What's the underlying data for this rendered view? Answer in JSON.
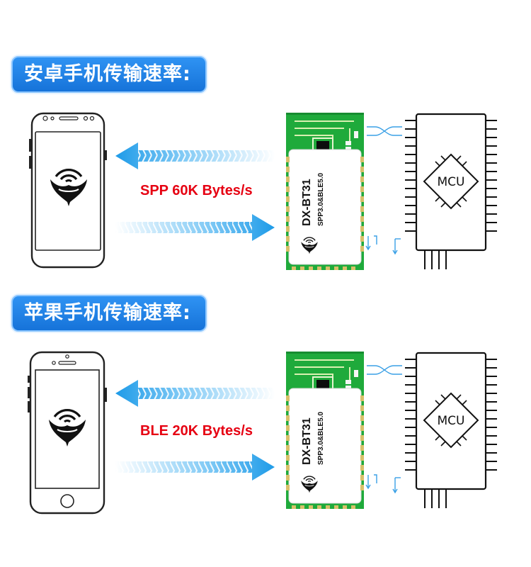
{
  "sections": [
    {
      "title": "安卓手机传输速率:",
      "speed": "SPP 60K Bytes/s",
      "phone": "android",
      "module": {
        "name": "DX-BT31",
        "protocol": "SPP3.0&BLE5.0"
      },
      "mcu": "MCU"
    },
    {
      "title": "苹果手机传输速率:",
      "speed": "BLE 20K Bytes/s",
      "phone": "iphone",
      "module": {
        "name": "DX-BT31",
        "protocol": "SPP3.0&BLE5.0"
      },
      "mcu": "MCU"
    }
  ],
  "icons": {
    "android": "android-phone-icon",
    "iphone": "iphone-icon",
    "logo": "bird-wireless-logo-icon",
    "chip": "mcu-chip-icon"
  },
  "colors": {
    "heading": "#1e7fe6",
    "arrow": "#1e9be8",
    "speed": "#e60012",
    "pcb": "#1faa3b",
    "mcu_border": "#111111"
  }
}
